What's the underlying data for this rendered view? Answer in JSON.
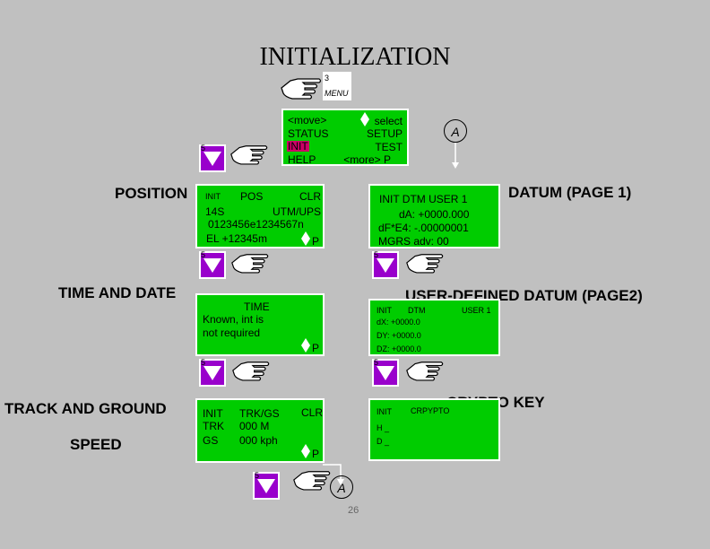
{
  "title": "INITIALIZATION",
  "menu_key": {
    "number": "3",
    "label": "MENU"
  },
  "menu_screen": {
    "left": [
      "<move>",
      "STATUS",
      "INIT",
      "HELP"
    ],
    "right": [
      "select",
      "SETUP",
      "TEST",
      "<more>  P"
    ]
  },
  "connector_label": "A",
  "button_number": "5",
  "labels": {
    "position": "POSITION",
    "datum": "DATUM (PAGE 1)",
    "time_date": "TIME AND DATE",
    "user_datum": "USER-DEFINED DATUM (PAGE2)",
    "track_speed_1": "TRACK AND GROUND",
    "track_speed_2": "SPEED",
    "crypto": "CRYPTO KEY"
  },
  "position_screen": {
    "init": "INIT",
    "pos": "POS",
    "clr": "CLR",
    "zone": "14S",
    "utm": "UTM/UPS",
    "coords": "0123456e1234567n",
    "el": "EL  +12345m",
    "p": "P"
  },
  "datum_screen": {
    "header": "INIT  DTM        USER 1",
    "da": "dA:  +0000.000",
    "df": "dF*E4:  -.00000001",
    "mgrs": "MGRS      adv:  00"
  },
  "time_screen": {
    "line1": "TIME",
    "line2": "Known,  int  is",
    "line3": "not  required",
    "p": "P"
  },
  "user_datum_screen": {
    "init": "INIT",
    "dtm": "DTM",
    "user": "USER 1",
    "dx": "dX:  +0000.0",
    "dy": "DY:  +0000.0",
    "dz": "DZ:  +0000.0"
  },
  "track_screen": {
    "init": "INIT",
    "trkgs": "TRK/GS",
    "clr": "CLR",
    "trk": "TRK",
    "trk_val": "000  M",
    "gs": "GS",
    "gs_val": "000 kph",
    "p": "P"
  },
  "crypto_screen": {
    "init": "INIT",
    "label": "CRPYPTO",
    "h": "H _",
    "d": "D _"
  },
  "page_number": "26",
  "colors": {
    "screen": "#00cc00",
    "button": "#9900cc",
    "highlight": "#cc0066",
    "background": "#c0c0c0"
  }
}
